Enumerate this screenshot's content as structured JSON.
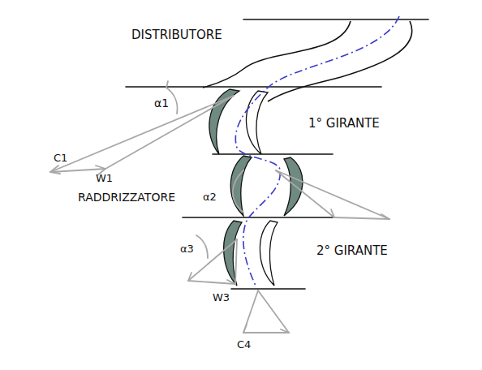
{
  "diagram": {
    "labels": [
      "DISTRIBUTORE",
      "α1",
      "1° GIRANTE",
      "C1",
      "W1",
      "α2",
      "RADDRIZZATORE",
      "2° GIRANTE",
      "α3",
      "W3",
      "C4"
    ]
  }
}
